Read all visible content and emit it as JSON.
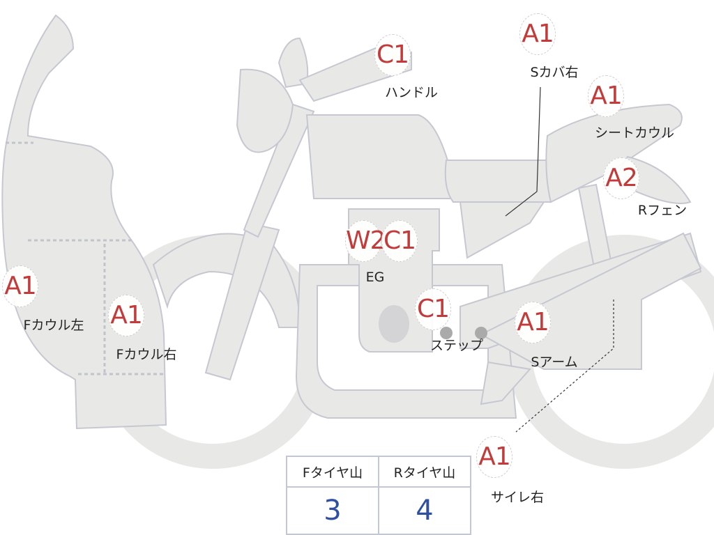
{
  "colors": {
    "body_fill": "#e8e8e6",
    "outline": "#c5c8d0",
    "mark_red": "#c23a3a",
    "value_blue": "#2f4fa0"
  },
  "marks": [
    {
      "code": "A1",
      "label": "Fカウル左"
    },
    {
      "code": "A1",
      "label": "Fカウル右"
    },
    {
      "code": "C1",
      "label": "ハンドル"
    },
    {
      "code": "A1",
      "label": "Sカバ右"
    },
    {
      "code": "A1",
      "label": "シートカウル"
    },
    {
      "code": "A2",
      "label": "Rフェン"
    },
    {
      "code": "W2",
      "label": ""
    },
    {
      "code": "C1",
      "label": "EG"
    },
    {
      "code": "C1",
      "label": "ステップ"
    },
    {
      "code": "A1",
      "label": "Sアーム"
    },
    {
      "code": "A1",
      "label": "サイレ右"
    }
  ],
  "tire_table": {
    "headers": [
      "Fタイヤ山",
      "Rタイヤ山"
    ],
    "values": [
      "3",
      "4"
    ]
  }
}
